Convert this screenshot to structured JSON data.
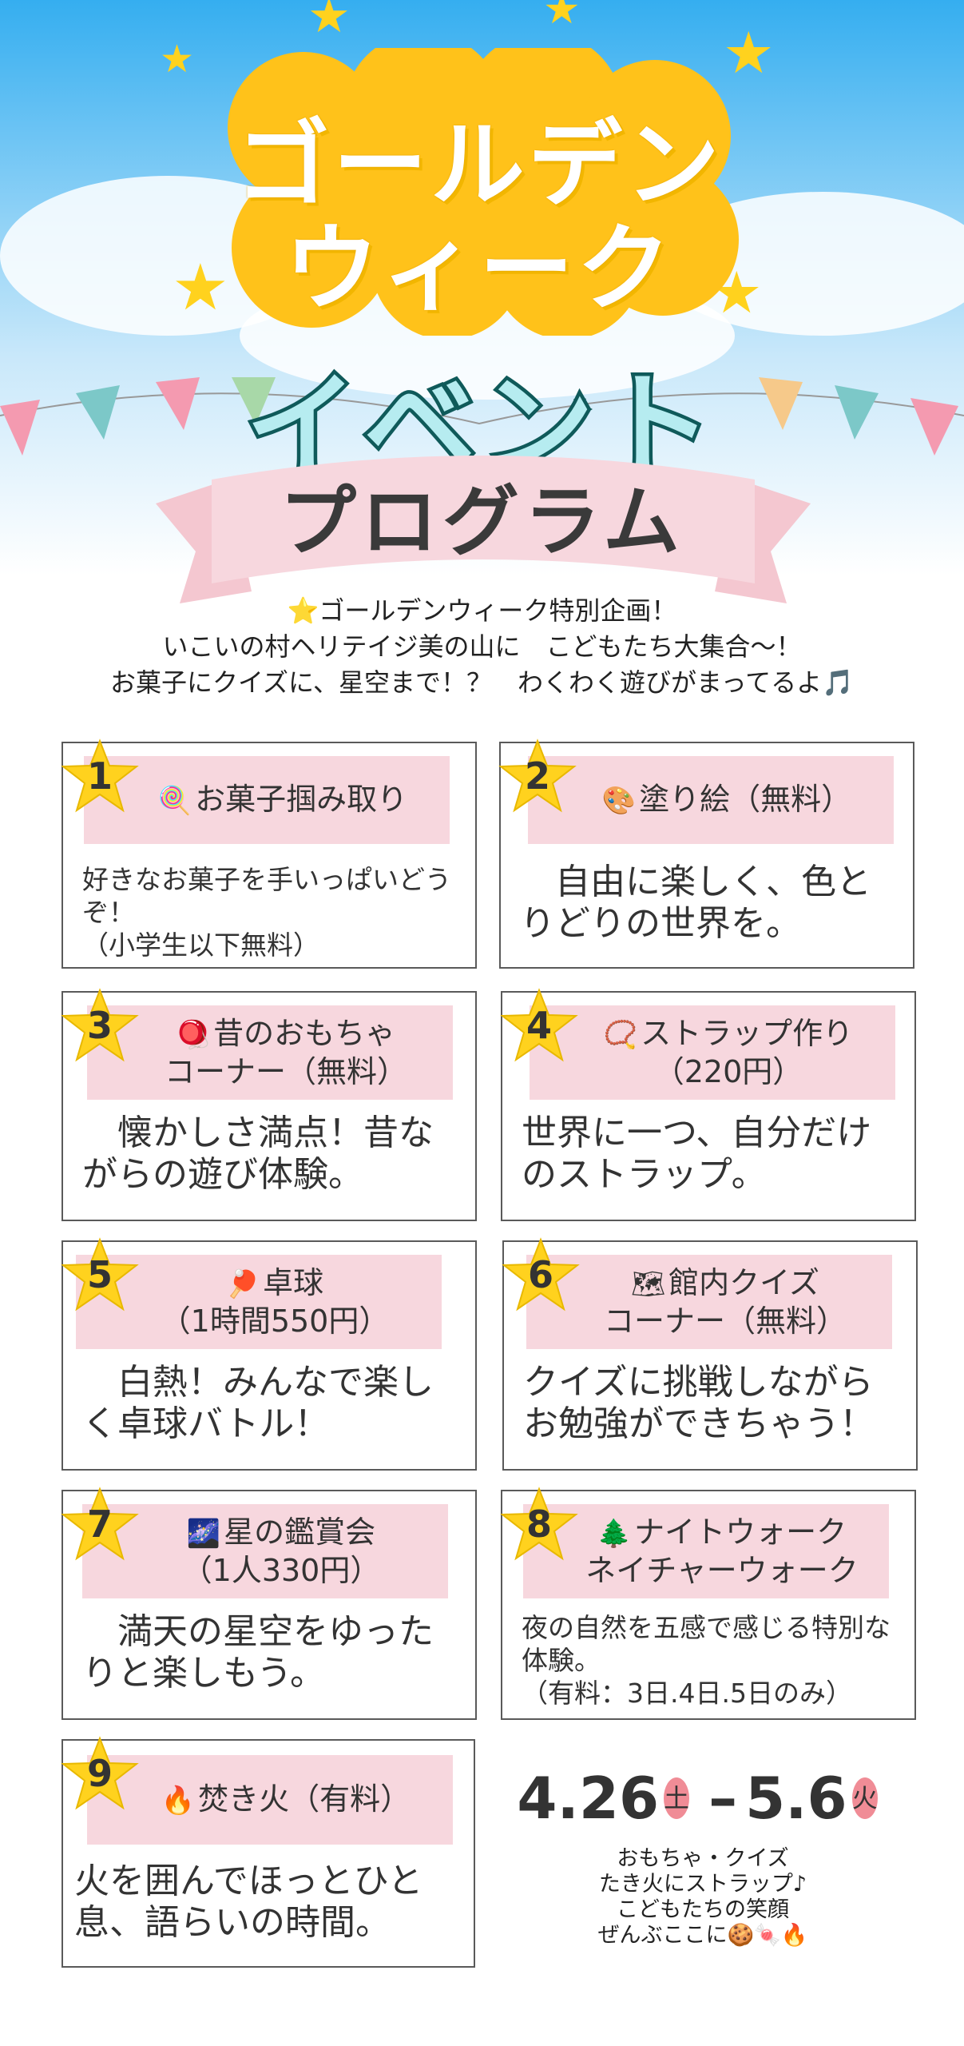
{
  "title": {
    "line1": "ゴールデン",
    "line2": "ウィーク",
    "event": "イベント",
    "program": "プログラム"
  },
  "intro": {
    "line1": "⭐ゴールデンウィーク特別企画！",
    "line2": "いこいの村ヘリテイジ美の山に　こどもたち大集合～！",
    "line3": "お菓子にクイズに、星空まで！？　わくわく遊びがまってるよ🎵"
  },
  "events": [
    {
      "num": "1",
      "icon": "🍭",
      "title": "お菓子掴み取り",
      "title2": "",
      "desc": "好きなお菓子を手いっぱいどうぞ！",
      "note": "（小学生以下無料）"
    },
    {
      "num": "2",
      "icon": "🎨",
      "title": "塗り絵（無料）",
      "title2": "",
      "desc": "　自由に楽しく、色とりどりの世界を。",
      "note": ""
    },
    {
      "num": "3",
      "icon": "🪀",
      "title": "昔のおもちゃ",
      "title2": "コーナー（無料）",
      "desc": "　懐かしさ満点！昔ながらの遊び体験。",
      "note": ""
    },
    {
      "num": "4",
      "icon": "📿",
      "title": "ストラップ作り",
      "title2": "（220円）",
      "desc": "世界に一つ、自分だけのストラップ。",
      "note": ""
    },
    {
      "num": "5",
      "icon": "🏓",
      "title": "卓球",
      "title2": "（1時間550円）",
      "desc": "　白熱！みんなで楽しく卓球バトル！",
      "note": ""
    },
    {
      "num": "6",
      "icon": "🗺",
      "title": "館内クイズ",
      "title2": "コーナー（無料）",
      "desc": "クイズに挑戦しながらお勉強ができちゃう！",
      "note": ""
    },
    {
      "num": "7",
      "icon": "🌌",
      "title": "星の鑑賞会",
      "title2": "（1人330円）",
      "desc": "　満天の星空をゆったりと楽しもう。",
      "note": ""
    },
    {
      "num": "8",
      "icon": "🌲",
      "title": "ナイトウォーク",
      "title2": "ネイチャーウォーク",
      "desc": "夜の自然を五感で感じる特別な体験。",
      "note": "（有料：3日.4日.5日のみ）"
    },
    {
      "num": "9",
      "icon": "🔥",
      "title": "焚き火（有料）",
      "title2": "",
      "desc": "火を囲んでほっとひと息、語らいの時間。",
      "note": ""
    }
  ],
  "dates": {
    "start": "4.26",
    "start_day": "土",
    "end": "5.6",
    "end_day": "火"
  },
  "footer": {
    "line1": "おもちゃ・クイズ",
    "line2": "たき火にストラップ♪",
    "line3": "こどもたちの笑顔",
    "line4": "ぜんぶここに🍪🍬🔥"
  },
  "colors": {
    "sky": "#35aef0",
    "card_head": "#f7d7de",
    "star": "#ffd21e",
    "event_text": "#b6ecf0",
    "event_outline": "#0f5a5a",
    "day_badge": "#f08c96"
  }
}
